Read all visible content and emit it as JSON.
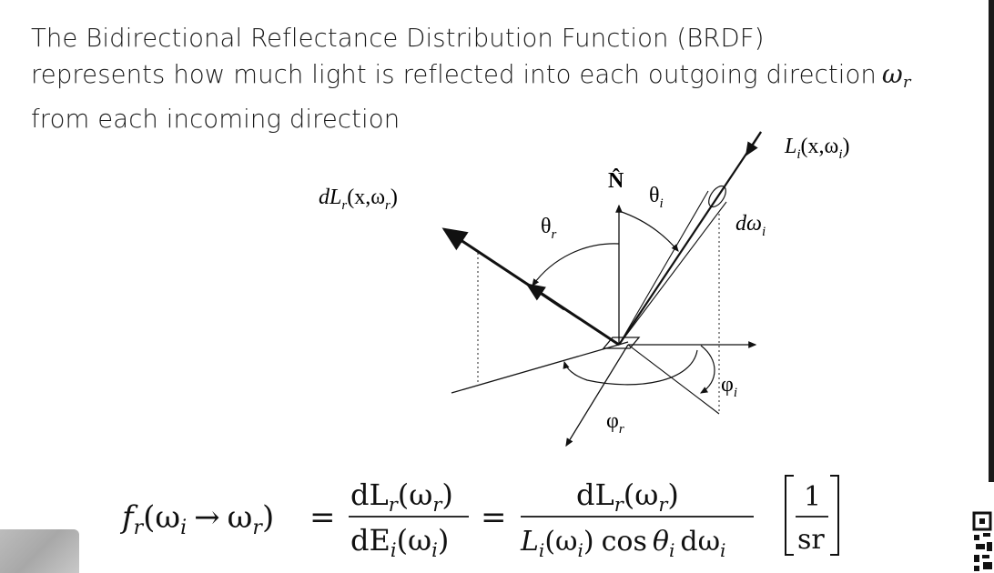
{
  "heading": {
    "line1": "The Bidirectional Reflectance Distribution Function (BRDF)",
    "line2": "represents how much light is reflected into each outgoing direction",
    "omega_symbol": "ω",
    "omega_sub": "r",
    "line3": "from each incoming direction"
  },
  "diagram": {
    "incoming_radiance": {
      "main": "L",
      "sub": "i",
      "args": "(x,ω",
      "args_sub": "i",
      "close": ")"
    },
    "outgoing_radiance": {
      "main": "dL",
      "sub": "r",
      "args": "(x,ω",
      "args_sub": "r",
      "close": ")"
    },
    "normal": "N̂",
    "theta_i": {
      "main": "θ",
      "sub": "i"
    },
    "theta_r": {
      "main": "θ",
      "sub": "r"
    },
    "solid_angle": {
      "main": "dω",
      "sub": "i"
    },
    "phi_i": {
      "main": "φ",
      "sub": "i"
    },
    "phi_r": {
      "main": "φ",
      "sub": "r"
    }
  },
  "formula": {
    "lhs": "f",
    "lhs_sub": "r",
    "lhs_args_open": "(ω",
    "lhs_arg1_sub": "i",
    "arrow": "→",
    "lhs_arg2": "ω",
    "lhs_arg2_sub": "r",
    "lhs_close": ")",
    "equals": "=",
    "frac1_num": "dL",
    "frac1_num_sub": "r",
    "frac1_num_args": "(ω",
    "frac1_num_args_sub": "r",
    "frac1_num_close": ")",
    "frac1_den": "dE",
    "frac1_den_sub": "i",
    "frac1_den_args": "(ω",
    "frac1_den_args_sub": "i",
    "frac1_den_close": ")",
    "frac2_num": "dL",
    "frac2_num_sub": "r",
    "frac2_num_args": "(ω",
    "frac2_num_args_sub": "r",
    "frac2_num_close": ")",
    "frac2_den_L": "L",
    "frac2_den_L_sub": "i",
    "frac2_den_args": "(ω",
    "frac2_den_args_sub": "i",
    "frac2_den_close": ")",
    "frac2_den_cos": "cos",
    "frac2_den_theta": "θ",
    "frac2_den_theta_sub": "i",
    "frac2_den_d": "dω",
    "frac2_den_d_sub": "i",
    "unit_num": "1",
    "unit_den": "sr"
  }
}
